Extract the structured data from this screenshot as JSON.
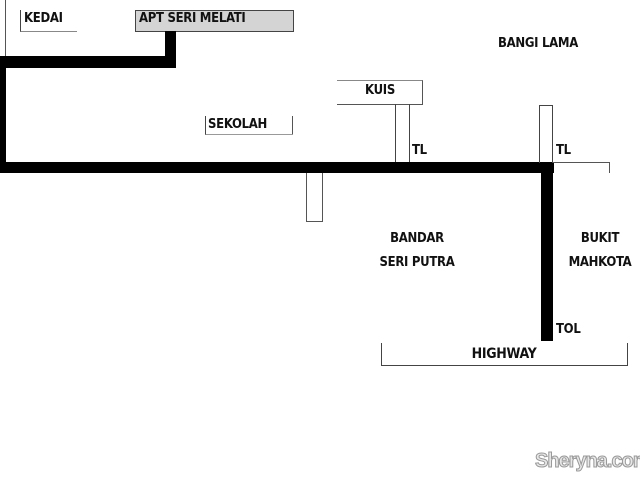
{
  "labels": {
    "kedai": "KEDAI",
    "apt": "APT SERI MELATI",
    "bangi_lama": "BANGI LAMA",
    "kuis": "KUIS",
    "sekolah": "SEKOLAH",
    "tl_1": "TL",
    "tl_2": "TL",
    "bandar_line1": "BANDAR",
    "bandar_line2": "SERI PUTRA",
    "bukit_line1": "BUKIT",
    "bukit_line2": "MAHKOTA",
    "tol": "TOL",
    "highway": "HIGHWAY"
  },
  "watermark": "Sheryna.com",
  "colors": {
    "road": "#000000",
    "apt_fill": "#d4d4d4"
  }
}
